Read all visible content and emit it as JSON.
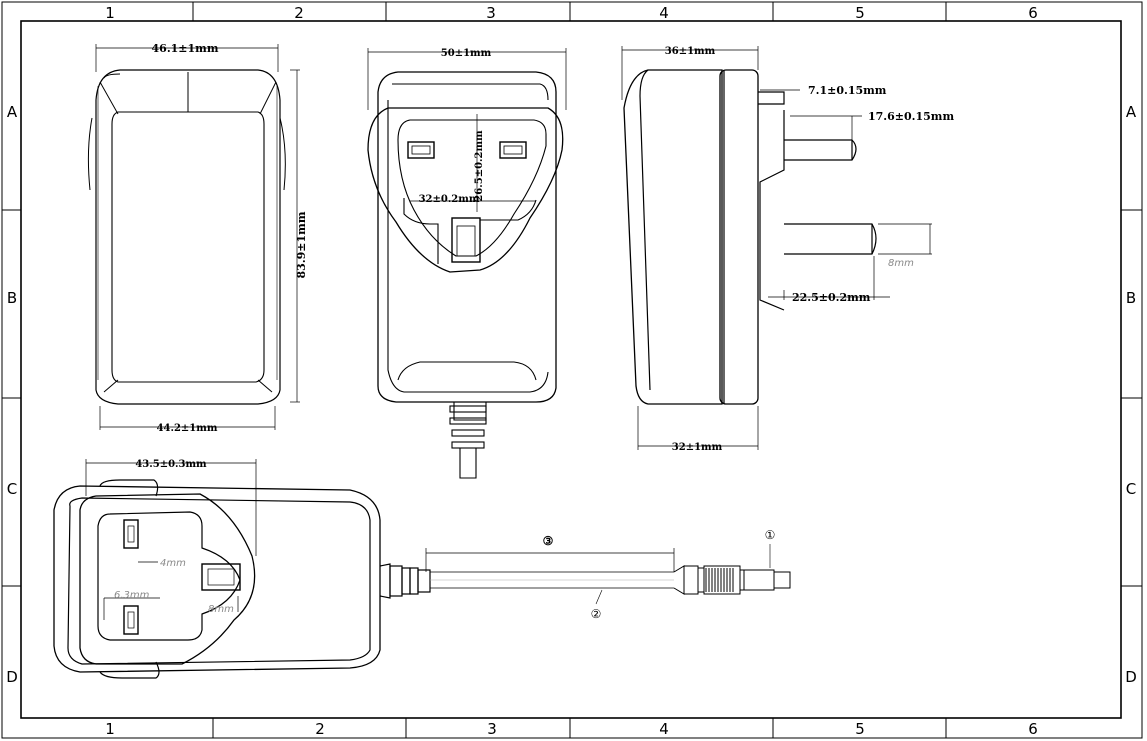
{
  "frame": {
    "columns": [
      "1",
      "2",
      "3",
      "4",
      "5",
      "6"
    ],
    "rows": [
      "A",
      "B",
      "C",
      "D"
    ]
  },
  "views": {
    "front": {
      "top_width": "46.1±1mm",
      "height": "83.9±1mm",
      "bottom_width": "44.2±1mm"
    },
    "back": {
      "width": "50±1mm",
      "pin_height": "26.5±0.2mm",
      "pin_spacing": "32±0.2mm"
    },
    "side": {
      "depth_top": "36±1mm",
      "pin_thickness": "7.1±0.15mm",
      "pin_length": "17.6±0.15mm",
      "earth_pin_offset": "8mm",
      "earth_pin_length": "22.5±0.2mm",
      "depth_bottom": "32±1mm"
    },
    "bottom": {
      "plug_width": "43.5±0.3mm",
      "pin_width": "4mm",
      "pin_spacing": "6.3mm",
      "earth_pin_width": "8mm"
    }
  },
  "callouts": {
    "connector": "①",
    "cable": "②",
    "cable_length": "③"
  }
}
